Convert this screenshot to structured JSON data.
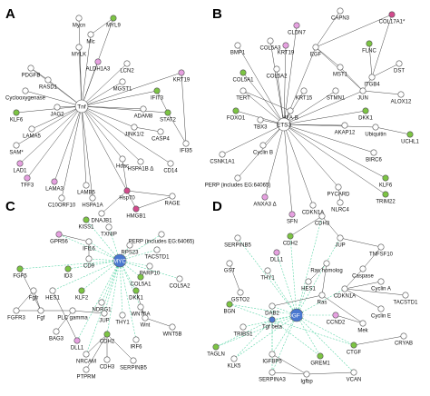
{
  "panels": [
    {
      "letter": "A",
      "hub": {
        "id": "hub",
        "label": "Tnf",
        "color": "#ffffff"
      },
      "nodes": [
        {
          "id": "mycn",
          "label": "Mycn",
          "color": "#ffffff"
        },
        {
          "id": "myl9",
          "label": "MYL9",
          "color": "#7cc443"
        },
        {
          "id": "mlc",
          "label": "Mlc",
          "color": "#ffffff"
        },
        {
          "id": "mylk",
          "label": "MYLK",
          "color": "#ffffff"
        },
        {
          "id": "pdgfb",
          "label": "PDGFB",
          "color": "#ffffff"
        },
        {
          "id": "rasd1",
          "label": "RASD1",
          "color": "#ffffff"
        },
        {
          "id": "aldh1a3",
          "label": "ALDH1A3",
          "color": "#e6a0e0"
        },
        {
          "id": "lcn2",
          "label": "LCN2",
          "color": "#ffffff"
        },
        {
          "id": "cyclo",
          "label": "Cyclooxygenase",
          "color": "#ffffff"
        },
        {
          "id": "mgst1",
          "label": "MGST1",
          "color": "#ffffff"
        },
        {
          "id": "krt19",
          "label": "KRT19",
          "color": "#e6a0e0"
        },
        {
          "id": "klf6",
          "label": "KLF6",
          "color": "#7cc443"
        },
        {
          "id": "jag2",
          "label": "JAG2",
          "color": "#ffffff"
        },
        {
          "id": "adam8",
          "label": "ADAM8",
          "color": "#ffffff"
        },
        {
          "id": "ifit3",
          "label": "IFIT3",
          "color": "#7cc443"
        },
        {
          "id": "lama5",
          "label": "LAMA5",
          "color": "#ffffff"
        },
        {
          "id": "stat2",
          "label": "STAT2",
          "color": "#7cc443"
        },
        {
          "id": "sam",
          "label": "SAM*",
          "color": "#ffffff"
        },
        {
          "id": "jnk12",
          "label": "JINK1/2",
          "color": "#ffffff"
        },
        {
          "id": "casp4",
          "label": "CASP4",
          "color": "#ffffff"
        },
        {
          "id": "ifi35",
          "label": "IFI35",
          "color": "#ffffff"
        },
        {
          "id": "lad1",
          "label": "LAD1",
          "color": "#e6a0e0"
        },
        {
          "id": "tff3",
          "label": "TFF3",
          "color": "#e6a0e0"
        },
        {
          "id": "lama3",
          "label": "LAMA3",
          "color": "#e6a0e0"
        },
        {
          "id": "lamb5",
          "label": "LAMB5",
          "color": "#ffffff"
        },
        {
          "id": "hdac",
          "label": "Hdac",
          "color": "#ffffff"
        },
        {
          "id": "hspa1b",
          "label": "HSPA1B Δ",
          "color": "#ffffff"
        },
        {
          "id": "cd14",
          "label": "CD14",
          "color": "#ffffff"
        },
        {
          "id": "c10orf10",
          "label": "C10ORF10",
          "color": "#ffffff"
        },
        {
          "id": "hspa1a",
          "label": "HSPA1A",
          "color": "#ffffff"
        },
        {
          "id": "hsp70",
          "label": "Hsp70",
          "color": "#d24a8c"
        },
        {
          "id": "rage",
          "label": "RAGE",
          "color": "#ffffff"
        },
        {
          "id": "dnajb1",
          "label": "DNAJB1",
          "color": "#ffffff"
        },
        {
          "id": "hmgb1",
          "label": "HMGB1",
          "color": "#d24a8c"
        }
      ]
    },
    {
      "letter": "B",
      "hub": {
        "id": "hub",
        "label": "ETS3",
        "color": "#ffffff"
      },
      "nodes": [
        {
          "id": "cldn7",
          "label": "CLDN7",
          "color": "#e6a0e0"
        },
        {
          "id": "capn3",
          "label": "CAPN3",
          "color": "#ffffff"
        },
        {
          "id": "col17a1",
          "label": "COL17A1*",
          "color": "#d24a8c"
        },
        {
          "id": "bmp1",
          "label": "BMP1",
          "color": "#ffffff"
        },
        {
          "id": "col5a3",
          "label": "COL5A3",
          "color": "#ffffff"
        },
        {
          "id": "krt19",
          "label": "KRT19",
          "color": "#e6a0e0"
        },
        {
          "id": "egf",
          "label": "EGF",
          "color": "#ffffff"
        },
        {
          "id": "flnc",
          "label": "FLNC",
          "color": "#7cc443"
        },
        {
          "id": "dst",
          "label": "DST",
          "color": "#ffffff"
        },
        {
          "id": "col5a1",
          "label": "COL5A1",
          "color": "#7cc443"
        },
        {
          "id": "col5a2",
          "label": "COL5A2",
          "color": "#ffffff"
        },
        {
          "id": "mst1",
          "label": "MST1",
          "color": "#ffffff"
        },
        {
          "id": "itgb4",
          "label": "ITGB4",
          "color": "#ffffff"
        },
        {
          "id": "tert",
          "label": "TERT",
          "color": "#ffffff"
        },
        {
          "id": "krt15",
          "label": "KRT15",
          "color": "#ffffff"
        },
        {
          "id": "stmn1",
          "label": "STMN1",
          "color": "#ffffff"
        },
        {
          "id": "jun",
          "label": "JUN",
          "color": "#ffffff"
        },
        {
          "id": "alox12",
          "label": "ALOX12",
          "color": "#ffffff"
        },
        {
          "id": "hlab",
          "label": "HLA-B",
          "color": "#ffffff"
        },
        {
          "id": "dkk1",
          "label": "DKK1",
          "color": "#7cc443"
        },
        {
          "id": "foxo1",
          "label": "FOXO1",
          "color": "#7cc443"
        },
        {
          "id": "tbx3",
          "label": "TBX3",
          "color": "#ffffff"
        },
        {
          "id": "akap12",
          "label": "AKAP12",
          "color": "#ffffff"
        },
        {
          "id": "ubiq",
          "label": "Ubiquitin",
          "color": "#ffffff"
        },
        {
          "id": "uchl1",
          "label": "UCHL1",
          "color": "#7cc443"
        },
        {
          "id": "cyclinb",
          "label": "Cyclin B",
          "color": "#ffffff"
        },
        {
          "id": "csnk1a1",
          "label": "CSNK1A1",
          "color": "#ffffff"
        },
        {
          "id": "birc6",
          "label": "BIRC6",
          "color": "#ffffff"
        },
        {
          "id": "perp",
          "label": "PERP (includes EG:64065)",
          "color": "#ffffff"
        },
        {
          "id": "klf6",
          "label": "KLF6",
          "color": "#7cc443"
        },
        {
          "id": "anxa3",
          "label": "ANXA3 Δ",
          "color": "#e6a0e0"
        },
        {
          "id": "pycard",
          "label": "PYCARD",
          "color": "#ffffff"
        },
        {
          "id": "trim22",
          "label": "TRIM22",
          "color": "#7cc443"
        },
        {
          "id": "sfn",
          "label": "SFN",
          "color": "#e6a0e0"
        },
        {
          "id": "cdkn1a",
          "label": "CDKN1A",
          "color": "#ffffff"
        },
        {
          "id": "nlrc4",
          "label": "NLRC4",
          "color": "#ffffff"
        }
      ]
    },
    {
      "letter": "C",
      "hub": {
        "id": "hub",
        "label": "MYC",
        "color": "#4a78d0"
      },
      "nodes": [
        {
          "id": "kiss1",
          "label": "KISS1",
          "color": "#7cc443"
        },
        {
          "id": "txnip",
          "label": "TXNIP",
          "color": "#ffffff"
        },
        {
          "id": "perp",
          "label": "PERP (includes EG:64065)",
          "color": "#ffffff"
        },
        {
          "id": "gpr56",
          "label": "GPR56",
          "color": "#e6a0e0"
        },
        {
          "id": "ifi16",
          "label": "IFI16",
          "color": "#ffffff"
        },
        {
          "id": "rps23",
          "label": "RPS23",
          "color": "#ffffff"
        },
        {
          "id": "tacstd1",
          "label": "TACSTD1",
          "color": "#ffffff"
        },
        {
          "id": "cd9",
          "label": "CD9",
          "color": "#ffffff"
        },
        {
          "id": "parp10",
          "label": "PARP10",
          "color": "#ffffff"
        },
        {
          "id": "fgf5",
          "label": "FGF5",
          "color": "#7cc443"
        },
        {
          "id": "id3",
          "label": "ID3",
          "color": "#7cc443"
        },
        {
          "id": "col5a1",
          "label": "COL5A1",
          "color": "#7cc443"
        },
        {
          "id": "col5a2",
          "label": "COL5A2",
          "color": "#ffffff"
        },
        {
          "id": "fgfr",
          "label": "Fgfr",
          "color": "#ffffff"
        },
        {
          "id": "hes1",
          "label": "HES1",
          "color": "#ffffff"
        },
        {
          "id": "klf2",
          "label": "KLF2",
          "color": "#7cc443"
        },
        {
          "id": "dkk1",
          "label": "DKK1",
          "color": "#7cc443"
        },
        {
          "id": "ndrg1",
          "label": "NDRG1",
          "color": "#ffffff"
        },
        {
          "id": "wnt5a",
          "label": "WNT5A",
          "color": "#ffffff"
        },
        {
          "id": "fgfr3",
          "label": "FGFR3",
          "color": "#ffffff"
        },
        {
          "id": "fgf",
          "label": "Fgf",
          "color": "#ffffff"
        },
        {
          "id": "plcg",
          "label": "PLC gamma",
          "color": "#ffffff"
        },
        {
          "id": "jup",
          "label": "JUP",
          "color": "#ffffff"
        },
        {
          "id": "thy1",
          "label": "THY1",
          "color": "#ffffff"
        },
        {
          "id": "wnt",
          "label": "Wnt",
          "color": "#ffffff"
        },
        {
          "id": "wnt5b",
          "label": "WNT5B",
          "color": "#ffffff"
        },
        {
          "id": "bag3",
          "label": "BAG3",
          "color": "#ffffff"
        },
        {
          "id": "dll1",
          "label": "DLL1",
          "color": "#e6a0e0"
        },
        {
          "id": "cdh2",
          "label": "CDH2",
          "color": "#7cc443"
        },
        {
          "id": "irf6",
          "label": "IRF6",
          "color": "#ffffff"
        },
        {
          "id": "nrcam",
          "label": "NRCAM",
          "color": "#ffffff"
        },
        {
          "id": "cdh3",
          "label": "CDH3",
          "color": "#ffffff"
        },
        {
          "id": "serpinb5",
          "label": "SERPINB5",
          "color": "#ffffff"
        },
        {
          "id": "ptprm",
          "label": "PTPRM",
          "color": "#ffffff"
        }
      ]
    },
    {
      "letter": "D",
      "hub": {
        "id": "hub",
        "label": "PDGF BB",
        "color": "#4a78d0"
      },
      "nodes": [
        {
          "id": "cdh3",
          "label": "CDH3",
          "color": "#ffffff"
        },
        {
          "id": "serpinb5",
          "label": "SERPINB5",
          "color": "#ffffff"
        },
        {
          "id": "cdh2",
          "label": "CDH2",
          "color": "#7cc443"
        },
        {
          "id": "jup",
          "label": "JUP",
          "color": "#ffffff"
        },
        {
          "id": "dll1",
          "label": "DLL1",
          "color": "#e6a0e0"
        },
        {
          "id": "tnfsf10",
          "label": "TNFSF10",
          "color": "#ffffff"
        },
        {
          "id": "gst",
          "label": "GST",
          "color": "#ffffff"
        },
        {
          "id": "thy1",
          "label": "THY1",
          "color": "#ffffff"
        },
        {
          "id": "rashom",
          "label": "Ras homolog",
          "color": "#ffffff"
        },
        {
          "id": "caspase",
          "label": "Caspase",
          "color": "#ffffff"
        },
        {
          "id": "hes1",
          "label": "HES1",
          "color": "#ffffff"
        },
        {
          "id": "cdkn1a",
          "label": "CDKN1A",
          "color": "#ffffff"
        },
        {
          "id": "cyclina",
          "label": "Cyclin A",
          "color": "#ffffff"
        },
        {
          "id": "gsto2",
          "label": "GSTO2",
          "color": "#ffffff"
        },
        {
          "id": "ras",
          "label": "Ras",
          "color": "#ffffff"
        },
        {
          "id": "tacstd1",
          "label": "TACSTD1",
          "color": "#ffffff"
        },
        {
          "id": "bgn",
          "label": "BGN",
          "color": "#7cc443"
        },
        {
          "id": "dab2",
          "label": "DAB2",
          "color": "#ffffff"
        },
        {
          "id": "ccnd2",
          "label": "CCND2",
          "color": "#e6a0e0"
        },
        {
          "id": "cycline",
          "label": "Cyclin E",
          "color": "#ffffff"
        },
        {
          "id": "tgfb",
          "label": "Tgf beta",
          "color": "#4a78d0"
        },
        {
          "id": "mek",
          "label": "Mek",
          "color": "#ffffff"
        },
        {
          "id": "tribs1",
          "label": "TRIBS1",
          "color": "#ffffff"
        },
        {
          "id": "cryab",
          "label": "CRYAB",
          "color": "#ffffff"
        },
        {
          "id": "tagln",
          "label": "TAGLN",
          "color": "#7cc443"
        },
        {
          "id": "ctgf",
          "label": "CTGF",
          "color": "#7cc443"
        },
        {
          "id": "klk5",
          "label": "KLK5",
          "color": "#ffffff"
        },
        {
          "id": "igfbp5",
          "label": "IGFBP5",
          "color": "#ffffff"
        },
        {
          "id": "grem1",
          "label": "GREM1",
          "color": "#7cc443"
        },
        {
          "id": "serpina3",
          "label": "SERPINA3",
          "color": "#ffffff"
        },
        {
          "id": "igfbp",
          "label": "Igfbp",
          "color": "#ffffff"
        },
        {
          "id": "vcan",
          "label": "VCAN",
          "color": "#ffffff"
        }
      ]
    }
  ]
}
